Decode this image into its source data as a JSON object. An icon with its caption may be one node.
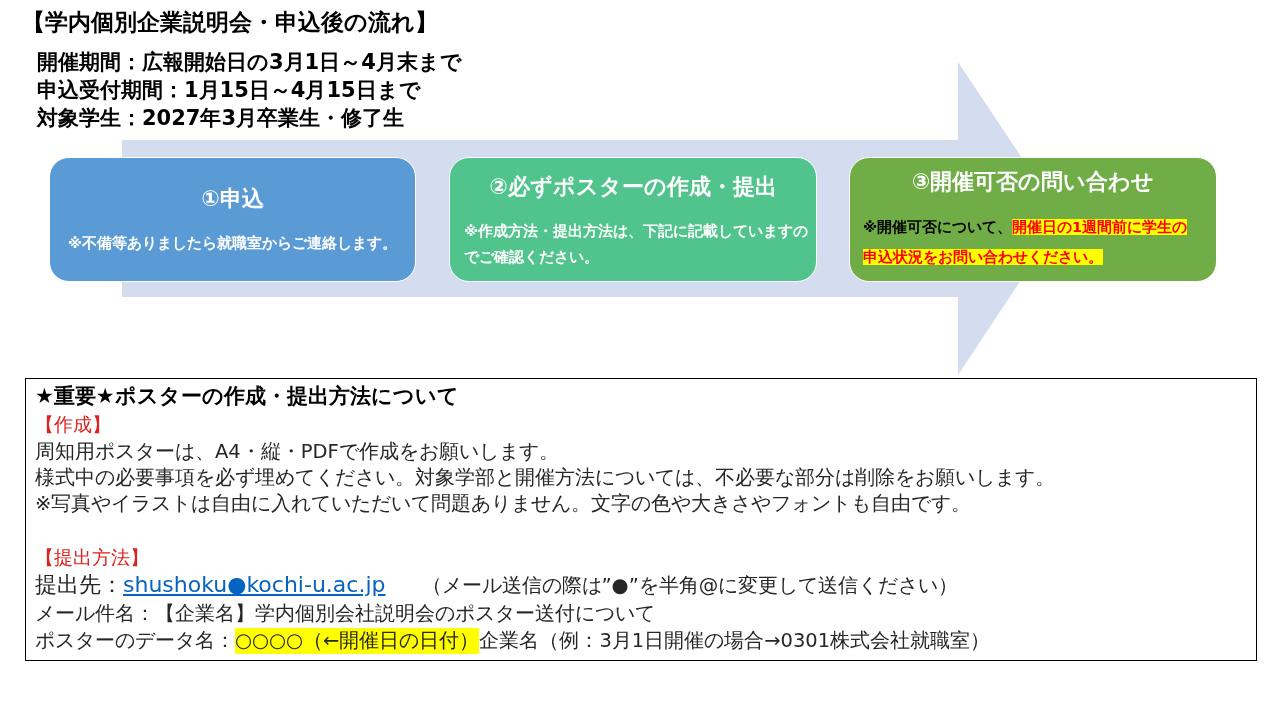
{
  "diagram": {
    "title": "【学内個別企業説明会・申込後の流れ】",
    "labels": [
      "開催期間：広報開始日の3月1日～4月末まで",
      "申込受付期間：1月15日～4月15日まで",
      "対象学生：2027年3月卒業生・修了生"
    ],
    "nodes": [
      {
        "text": [
          "①申込",
          "※不備等ありましたら就職室からご連絡します。"
        ]
      },
      {
        "text": [
          "②必ずポスターの作成・提出",
          "※作成方法・提出方法は、下記に記載していますのでご確認ください。"
        ]
      },
      {
        "text": [
          "③開催可否の問い合わせ",
          "※開催可否について、**開催日の1週間前に学生の申込状況をお問い合わせください。**"
        ]
      },
      {
        "text": [
          "★重要★ポスターの作成・提出方法について",
          "【作成】",
          "周知用ポスターは、A4・縦・PDFで作成をお願いします。",
          "様式中の必要事項を必ず埋めてください。対象学部と開催方法については、不必要な部分は削除をお願いします。",
          "※写真やイラストは自由に入れていただいて問題ありません。文字の色や大きさやフォントも自由です。",
          "【提出方法】",
          "提出先：",
          "shushoku●kochi-u.ac.jp",
          "（メール送信の際は”●”を半角@に変更して送信ください）",
          "メール件名：【企業名】学内個別会社説明会のポスター送付について",
          "ポスターのデータ名：",
          "○○○○（←開催日の日付）",
          "企業名（例：3月1日開催の場合→0301株式会社就職室）"
        ]
      }
    ]
  }
}
